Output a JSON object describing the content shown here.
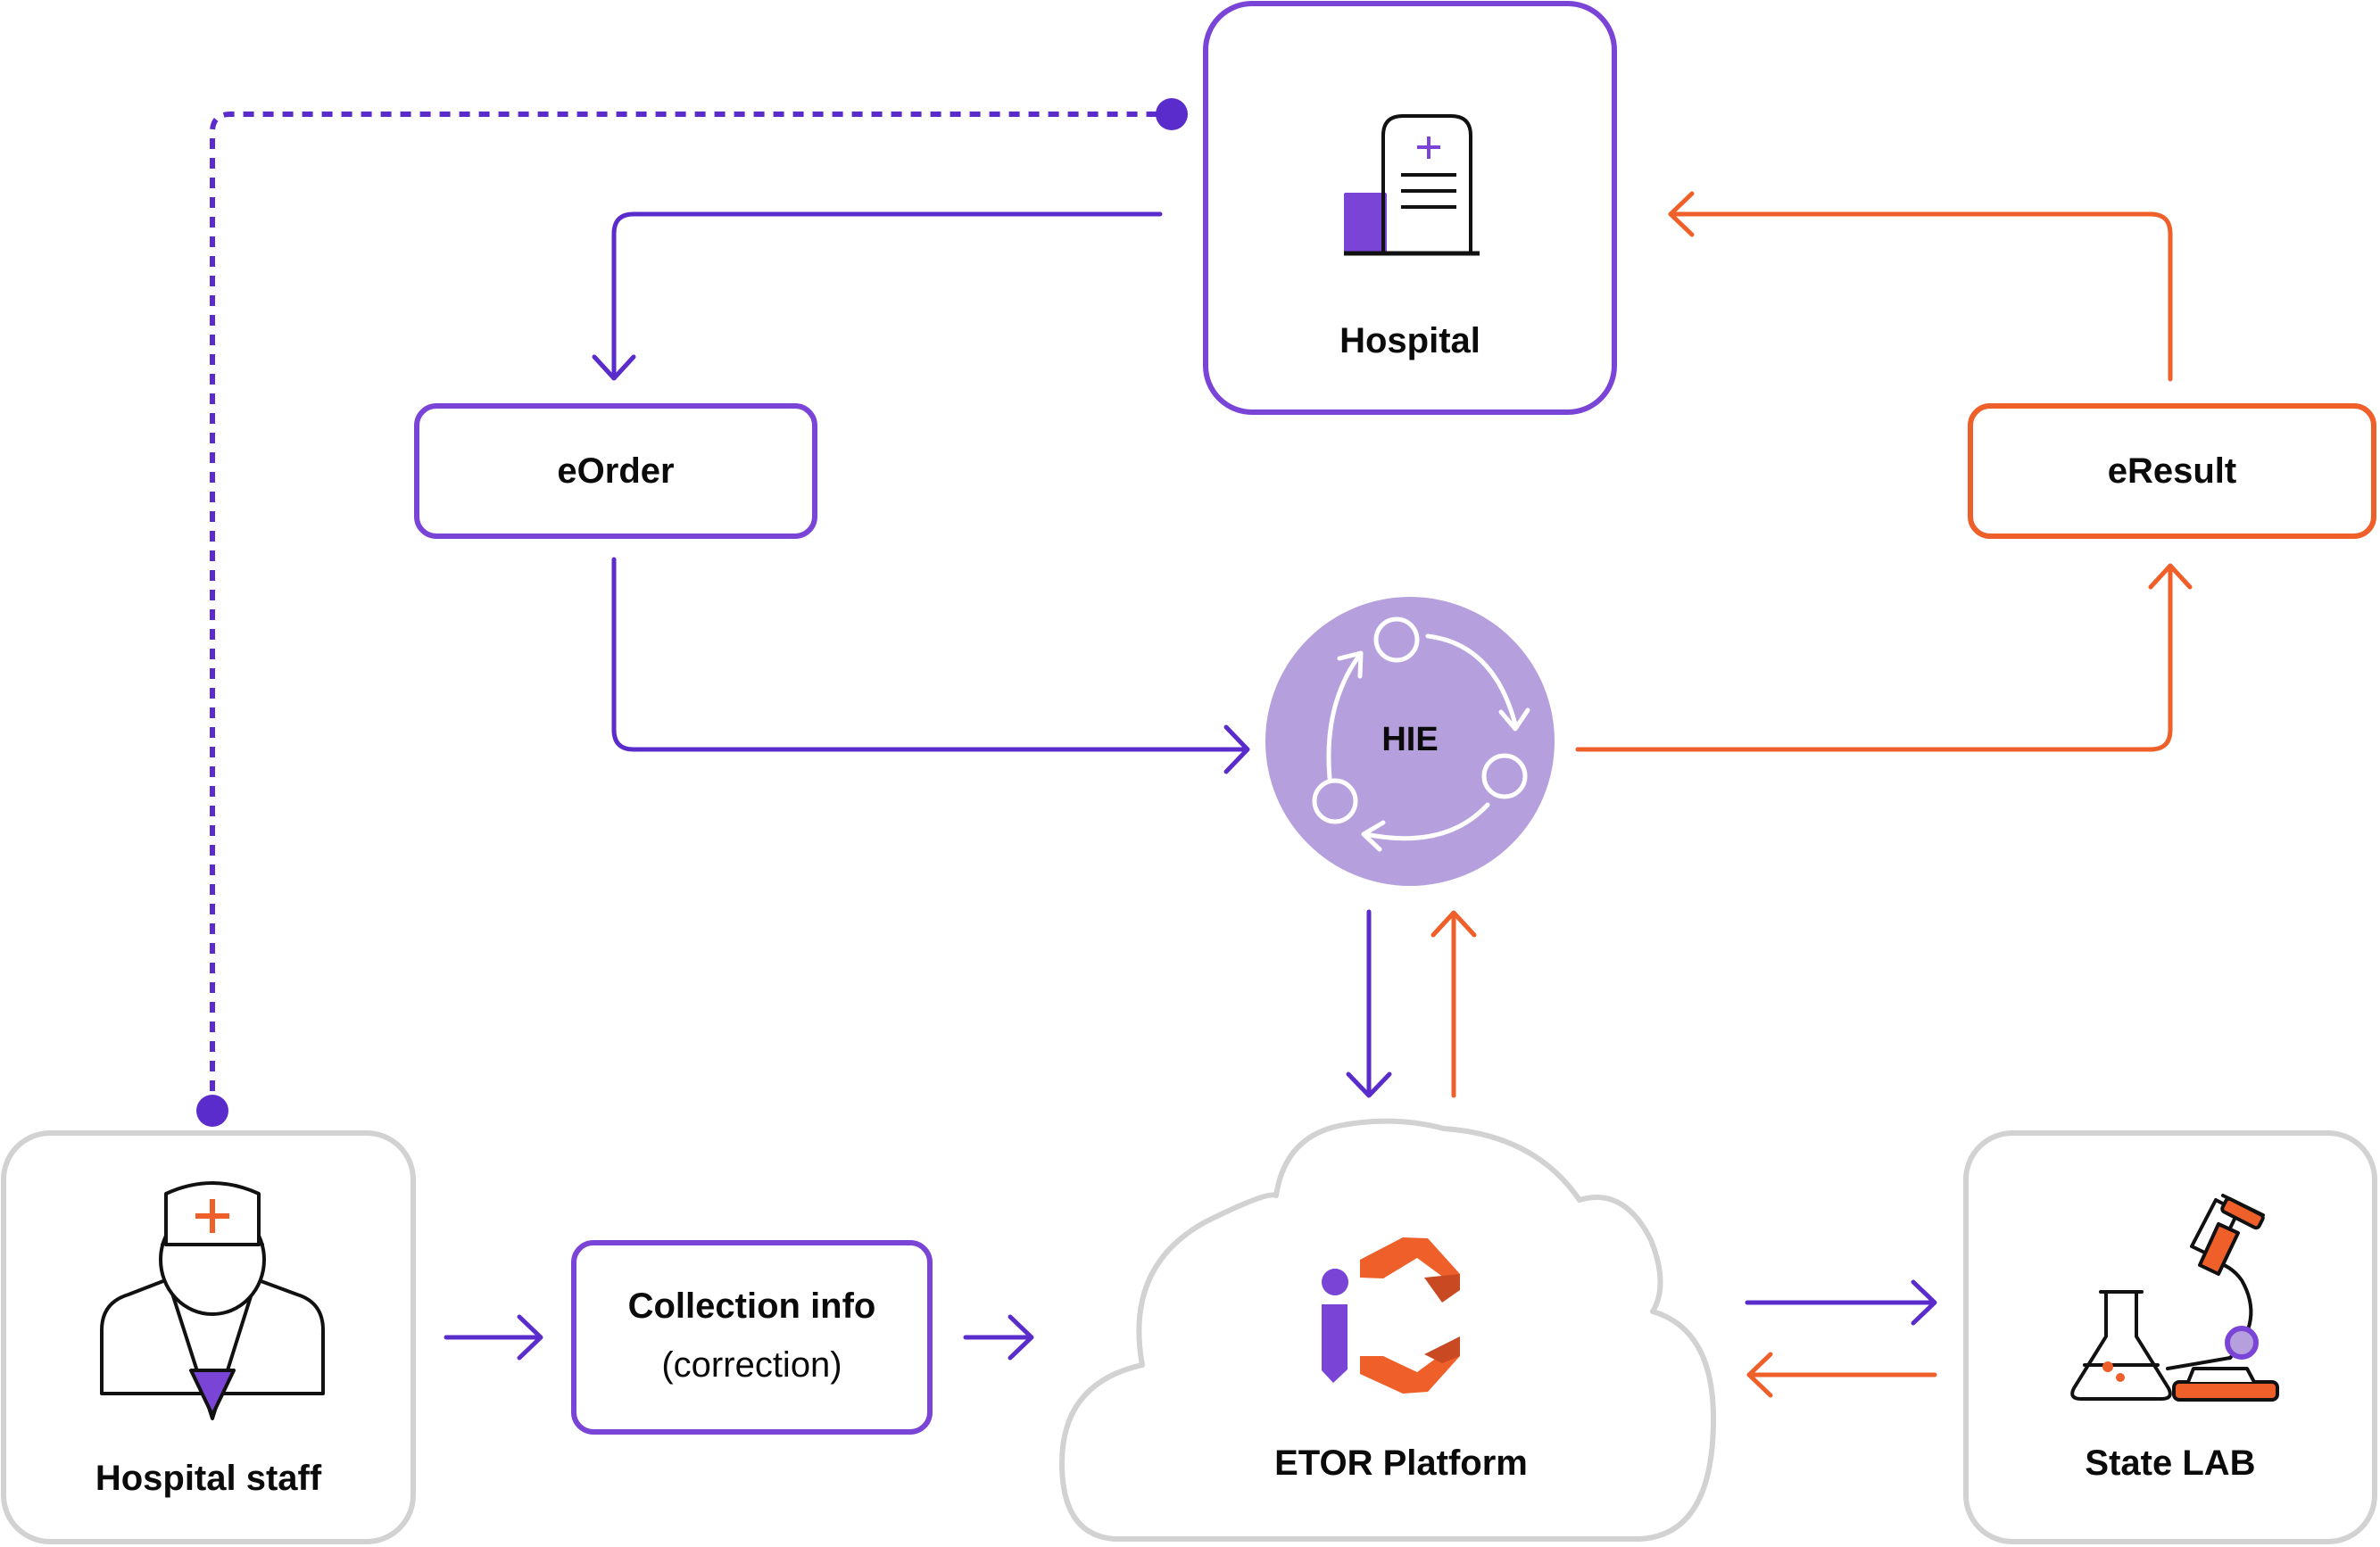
{
  "nodes": {
    "hospital": {
      "label": "Hospital"
    },
    "eorder": {
      "label": "eOrder"
    },
    "eresult": {
      "label": "eResult"
    },
    "hie": {
      "label": "HIE"
    },
    "hospital_staff": {
      "label": "Hospital staff"
    },
    "collection_info": {
      "label": "Collection info",
      "sublabel": "(correction)"
    },
    "etor_platform": {
      "label": "ETOR Platform"
    },
    "state_lab": {
      "label": "State LAB"
    }
  },
  "colors": {
    "purple": "#5b2ccc",
    "purple_border": "#7a45d6",
    "orange": "#ee5f2a",
    "gray_border": "#d2d2d2",
    "hie_fill": "#b59fdc",
    "text": "#0b0b0b"
  },
  "icons": [
    "hospital-building-icon",
    "refresh-cycle-icon",
    "doctor-icon",
    "etor-logo-icon",
    "lab-equipment-icon"
  ]
}
